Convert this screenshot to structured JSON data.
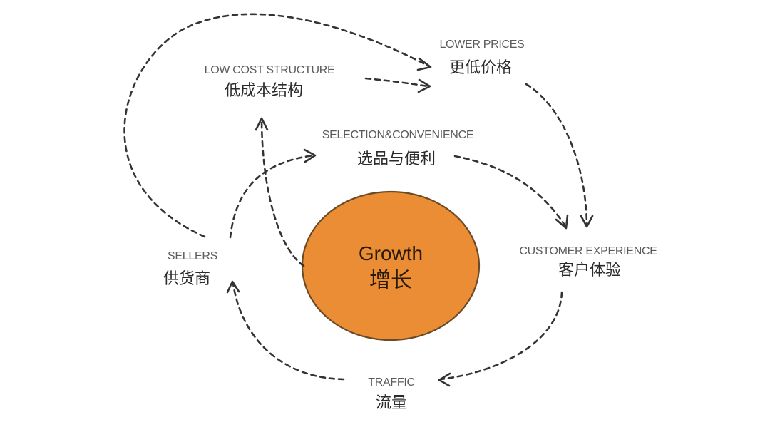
{
  "center": {
    "label_en": "Growth",
    "label_zh": "增长",
    "fill_color": "#ea8d35",
    "stroke_color": "#6b4a24"
  },
  "nodes": {
    "low_cost_structure": {
      "label_en": "LOW COST STRUCTURE",
      "label_zh": "低成本结构"
    },
    "lower_prices": {
      "label_en": "LOWER PRICES",
      "label_zh": "更低价格"
    },
    "selection_convenience": {
      "label_en": "SELECTION&CONVENIENCE",
      "label_zh": "选品与便利"
    },
    "sellers": {
      "label_en": "SELLERS",
      "label_zh": "供货商"
    },
    "customer_experience": {
      "label_en": "CUSTOMER EXPERIENCE",
      "label_zh": "客户体验"
    },
    "traffic": {
      "label_en": "TRAFFIC",
      "label_zh": "流量"
    }
  },
  "edges": [
    {
      "from": "sellers",
      "to": "lower_prices",
      "style": "dashed-arrow"
    },
    {
      "from": "low_cost_structure",
      "to": "lower_prices",
      "style": "dashed-arrow"
    },
    {
      "from": "lower_prices",
      "to": "customer_experience",
      "style": "dashed-arrow"
    },
    {
      "from": "selection_convenience",
      "to": "customer_experience",
      "style": "dashed-arrow"
    },
    {
      "from": "sellers",
      "to": "selection_convenience",
      "style": "dashed-arrow"
    },
    {
      "from": "center",
      "to": "low_cost_structure",
      "style": "dashed-arrow"
    },
    {
      "from": "customer_experience",
      "to": "traffic",
      "style": "dashed-arrow"
    },
    {
      "from": "traffic",
      "to": "sellers",
      "style": "dashed-arrow"
    }
  ],
  "colors": {
    "arrow": "#333333",
    "text_en": "#5b5b5b",
    "text_zh": "#2b2b2b",
    "background": "#ffffff"
  }
}
